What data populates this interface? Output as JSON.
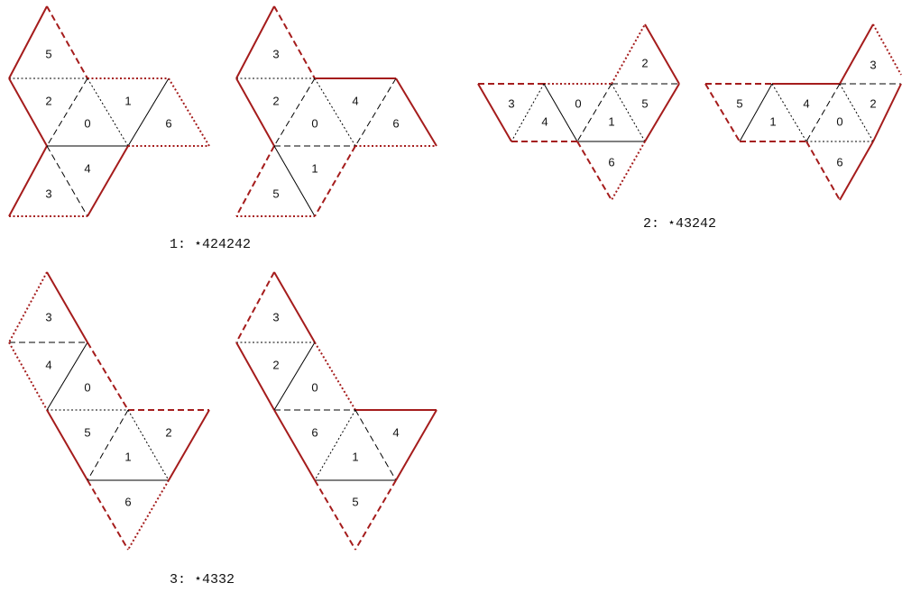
{
  "colors": {
    "boundary": "#a51c1c",
    "interior": "#000000",
    "background": "#ffffff",
    "text": "#111111"
  },
  "line_styles": [
    "solid",
    "dashed",
    "dotted"
  ],
  "captions": {
    "group1": "1: ⋆424242",
    "group2": "2: ⋆43242",
    "group3": "3: ⋆4332"
  },
  "labels": {
    "n1a": [
      "5",
      "2",
      "0",
      "1",
      "6",
      "4",
      "3"
    ],
    "n1b": [
      "3",
      "2",
      "0",
      "4",
      "6",
      "1",
      "5"
    ],
    "n2a": [
      "3",
      "4",
      "0",
      "1",
      "5",
      "2",
      "6"
    ],
    "n2b": [
      "5",
      "1",
      "4",
      "0",
      "2",
      "3",
      "6"
    ],
    "n3a": [
      "3",
      "4",
      "0",
      "5",
      "1",
      "2",
      "6"
    ],
    "n3b": [
      "3",
      "2",
      "0",
      "6",
      "1",
      "4",
      "5"
    ]
  }
}
